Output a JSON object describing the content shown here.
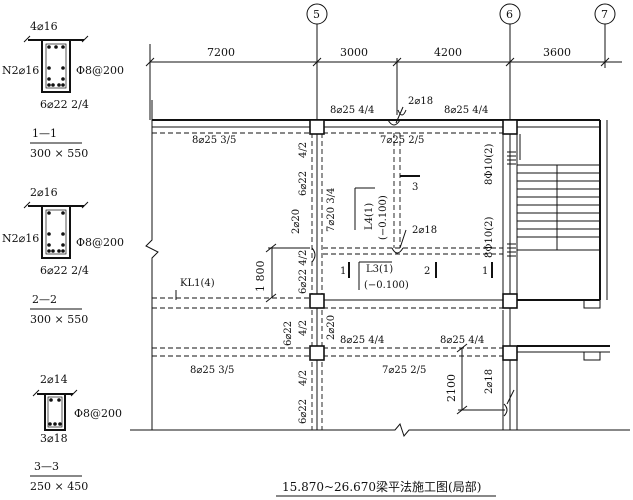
{
  "grid_axes": {
    "axis5": "5",
    "axis6": "6",
    "axis7": "7"
  },
  "dimensions": {
    "d1": "7200",
    "d2": "3000",
    "d3": "4200",
    "d4": "3600",
    "v1800": "1 800",
    "v2100": "2100"
  },
  "sections": {
    "s1": {
      "top": "4⌀16",
      "side": "N2⌀16",
      "stirrup": "Φ8@200",
      "bottom": "6⌀22  2/4",
      "title": "1—1",
      "size": "300 × 550"
    },
    "s2": {
      "top": "2⌀16",
      "side": "N2⌀16",
      "stirrup": "Φ8@200",
      "bottom": "6⌀22  2/4",
      "title": "2—2",
      "size": "300 × 550"
    },
    "s3": {
      "top": "2⌀14",
      "stirrup": "Φ8@200",
      "bottom": "3⌀18",
      "title": "3—3",
      "size": "250 × 450"
    }
  },
  "plan_labels": {
    "top_left_rebar": "8⌀25  4/4",
    "top_mid_rebar": "2⌀18",
    "top_right_rebar": "8⌀25  4/4",
    "upper_left_beam": "8⌀25  3/5",
    "upper_mid_beam": "7⌀25  2/5",
    "right_stirrup_top": "8Φ10(2)",
    "right_stirrup_bot": "8Φ10(2)",
    "col_v1": "4/2",
    "col_v2": "6⌀22",
    "col_v3": "7⌀20  3/4",
    "col_v4": "2⌀20",
    "col_v5": "6⌀22  4/2",
    "l4_name": "L4(1)",
    "l4_elev": "(−0.100)",
    "sec3_mark": "3",
    "mid_rebar": "2⌀18",
    "l3_name": "L3(1)",
    "l3_elev": "(−0.100)",
    "sec_mark_1a": "1",
    "sec_mark_2": "2",
    "sec_mark_1b": "1",
    "kl1": "KL1(4)",
    "lower_v1": "6⌀22",
    "lower_v2": "4/2",
    "lower_v3": "2⌀20",
    "lower_top_left": "8⌀25  4/4",
    "lower_top_right": "8⌀25  4/4",
    "lower_left_beam": "8⌀25  3/5",
    "lower_mid_beam": "7⌀25  2/5",
    "lower_v4": "4/2",
    "lower_v5": "6⌀22",
    "lower_right_rebar": "2⌀18"
  },
  "drawing_title": "15.870~26.670梁平法施工图(局部)"
}
